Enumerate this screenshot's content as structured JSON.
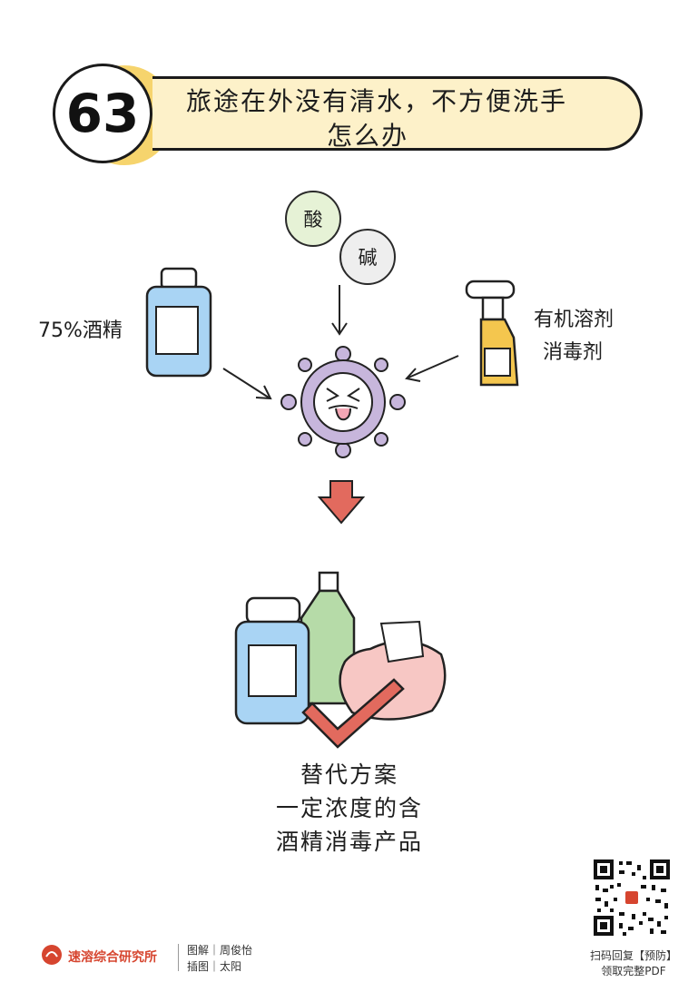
{
  "header": {
    "number": "63",
    "title_line1": "旅途在外没有清水，不方便洗手",
    "title_line2": "怎么办"
  },
  "labels": {
    "alcohol": "75%酒精",
    "acid": "酸",
    "base": "碱",
    "solvent_line1": "有机溶剂",
    "solvent_line2": "消毒剂"
  },
  "caption": {
    "line1": "替代方案",
    "line2": "一定浓度的含",
    "line3": "酒精消毒产品"
  },
  "footer": {
    "brand": "速溶综合研究所",
    "credit1": "图解｜周俊怡",
    "credit2": "插图｜太阳",
    "qr_text1": "扫码回复【预防】",
    "qr_text2": "领取完整PDF"
  },
  "colors": {
    "header_circle_accent": "#f6d46d",
    "title_bar": "#fdf1c9",
    "virus": "#c7b6dc",
    "bottle_blue": "#a9d4f4",
    "bottle_green": "#b6dba8",
    "spray_yellow": "#f4c64e",
    "bubble_green": "#e6f2d6",
    "pink_pack": "#f7c7c4",
    "arrow_red": "#e26a5e",
    "brand_red": "#d6452f"
  }
}
